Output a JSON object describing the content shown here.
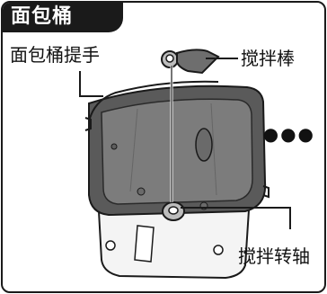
{
  "card": {
    "title": "面包桶"
  },
  "labels": {
    "handle": "面包桶提手",
    "paddle": "搅拌棒",
    "shaft": "搅拌转轴"
  },
  "more_indicator": "●●●",
  "colors": {
    "title_bg": "#1a1a1a",
    "pan_rim": "#5a5a5a",
    "pan_inner": "#7c7c7c",
    "pan_body": "#ffffff",
    "outline": "#1a1a1a"
  },
  "icons": {
    "paddle": "kneading-paddle",
    "pan": "bread-pan",
    "more": "ellipsis-dots"
  }
}
